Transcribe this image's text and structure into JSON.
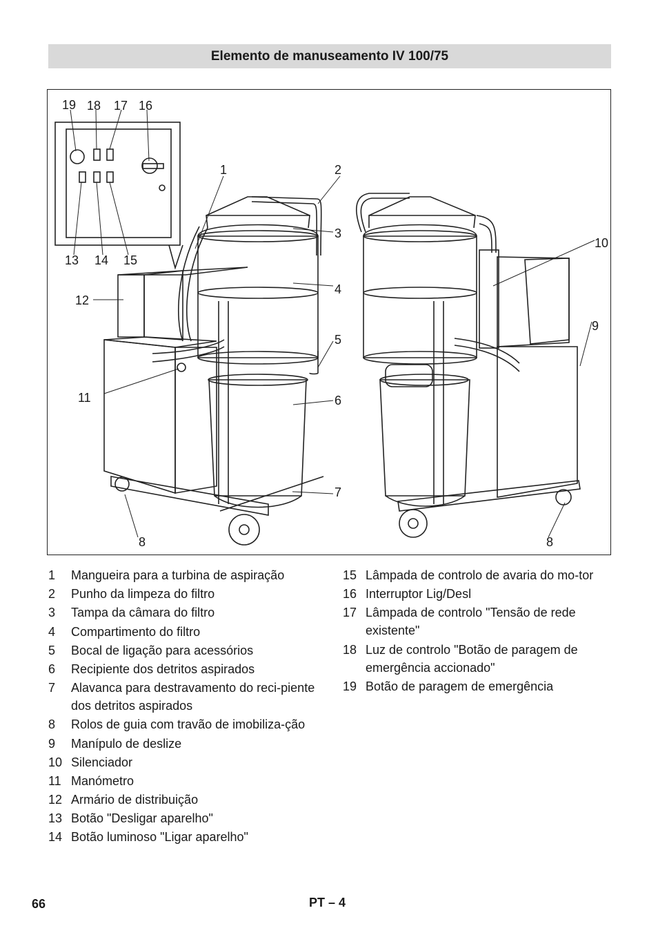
{
  "header": {
    "title": "Elemento de manuseamento IV  100/75"
  },
  "figure": {
    "callouts": [
      "1",
      "2",
      "3",
      "4",
      "5",
      "6",
      "7",
      "8",
      "9",
      "10",
      "11",
      "12",
      "13",
      "14",
      "15",
      "16",
      "17",
      "18",
      "19",
      "8"
    ]
  },
  "legend": {
    "left": [
      {
        "num": "1",
        "text": "Mangueira para a turbina de aspiração"
      },
      {
        "num": "2",
        "text": "Punho da limpeza do filtro"
      },
      {
        "num": "3",
        "text": "Tampa da câmara do filtro"
      },
      {
        "num": "4",
        "text": "Compartimento do filtro"
      },
      {
        "num": "5",
        "text": "Bocal de ligação para acessórios"
      },
      {
        "num": "6",
        "text": "Recipiente dos detritos aspirados"
      },
      {
        "num": "7",
        "text": "Alavanca para destravamento do reci-piente dos detritos aspirados"
      },
      {
        "num": "8",
        "text": "Rolos de guia com travão de imobiliza-ção"
      },
      {
        "num": "9",
        "text": "Manípulo de deslize"
      },
      {
        "num": "10",
        "text": "Silenciador"
      },
      {
        "num": "11",
        "text": "Manómetro"
      },
      {
        "num": "12",
        "text": "Armário de distribuição"
      },
      {
        "num": "13",
        "text": "Botão \"Desligar aparelho\""
      },
      {
        "num": "14",
        "text": "Botão luminoso \"Ligar aparelho\""
      }
    ],
    "right": [
      {
        "num": "15",
        "text": "Lâmpada de controlo de avaria do mo-tor"
      },
      {
        "num": "16",
        "text": "Interruptor Lig/Desl"
      },
      {
        "num": "17",
        "text": "Lâmpada de controlo \"Tensão de rede existente\""
      },
      {
        "num": "18",
        "text": "Luz de controlo \"Botão de paragem de emergência accionado\""
      },
      {
        "num": "19",
        "text": "Botão de paragem de emergência"
      }
    ]
  },
  "footer": {
    "page_number": "66",
    "section": "PT  – 4"
  }
}
